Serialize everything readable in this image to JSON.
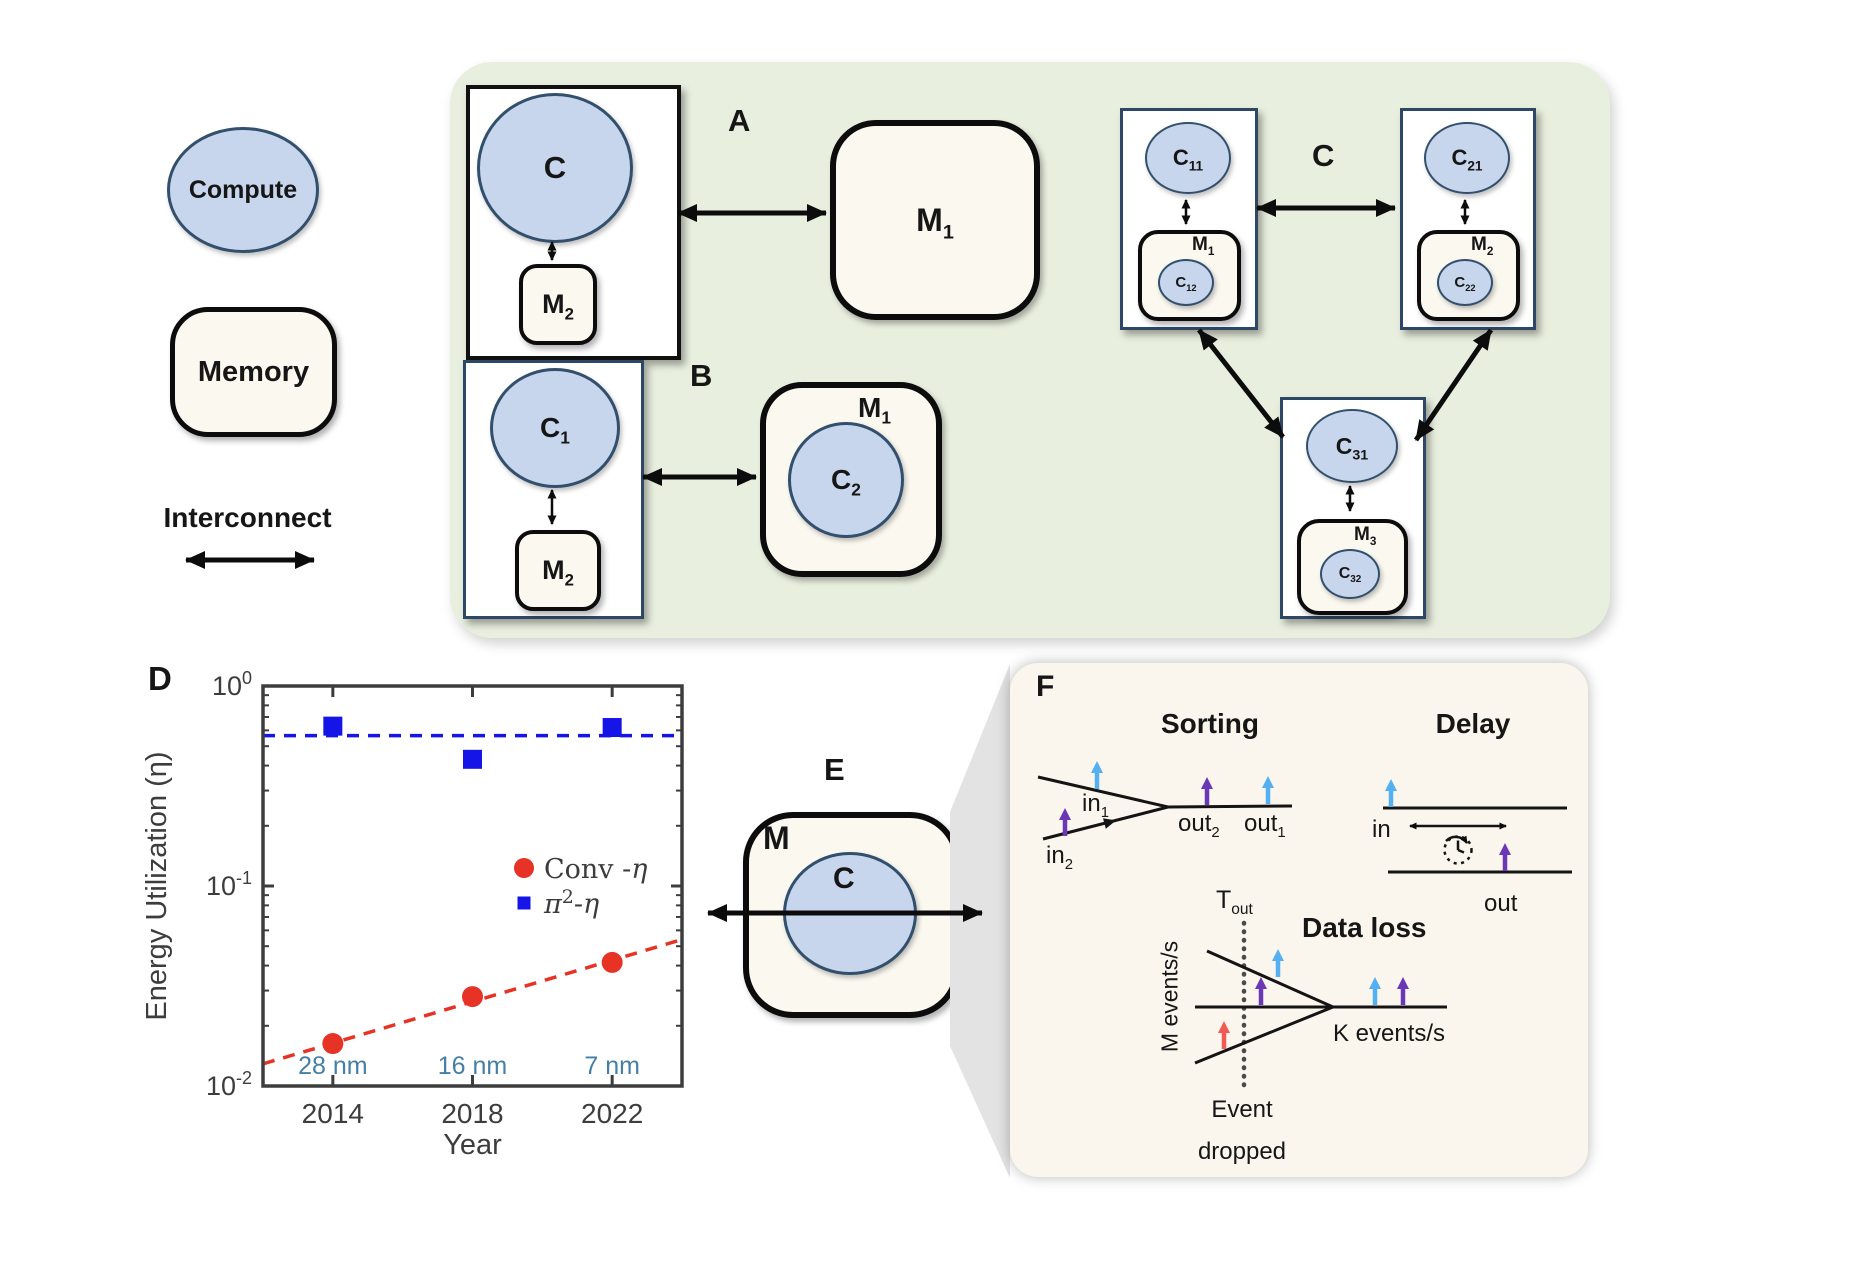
{
  "colors": {
    "panel_bg": "#e9efdf",
    "f_bg": "#faf6ed",
    "memory_fill": "#fbf8f0",
    "compute_fill": "#c7d6ec",
    "compute_border": "#32506d",
    "navy": "#2d4866",
    "cyan": "#54b0f0",
    "purple": "#6a38b6",
    "redarr": "#f15b55",
    "series_red": "#e63326",
    "series_blue": "#1515e8",
    "node_label": "#447fa5"
  },
  "legend": {
    "compute_label": "Compute",
    "memory_label": "Memory",
    "interconnect_label": "Interconnect"
  },
  "panel_a": {
    "label": "A",
    "c": "C",
    "m2": {
      "base": "M",
      "sub": "2"
    },
    "m1": {
      "base": "M",
      "sub": "1"
    }
  },
  "panel_b": {
    "label": "B",
    "c1": {
      "base": "C",
      "sub": "1"
    },
    "m2": {
      "base": "M",
      "sub": "2"
    },
    "m1": {
      "base": "M",
      "sub": "1"
    },
    "c2": {
      "base": "C",
      "sub": "2"
    }
  },
  "panel_c": {
    "label": "C",
    "node1": {
      "c": {
        "base": "C",
        "sub": "11"
      },
      "m": {
        "base": "M",
        "sub": "1"
      },
      "cm": {
        "base": "C",
        "sub": "12"
      }
    },
    "node2": {
      "c": {
        "base": "C",
        "sub": "21"
      },
      "m": {
        "base": "M",
        "sub": "2"
      },
      "cm": {
        "base": "C",
        "sub": "22"
      }
    },
    "node3": {
      "c": {
        "base": "C",
        "sub": "31"
      },
      "m": {
        "base": "M",
        "sub": "3"
      },
      "cm": {
        "base": "C",
        "sub": "32"
      }
    }
  },
  "panel_d": {
    "label": "D"
  },
  "chart_data": {
    "type": "scatter",
    "x": [
      2014,
      2018,
      2022
    ],
    "series": [
      {
        "name": "Conv -η",
        "key": "conv",
        "color": "#e63326",
        "marker": "circle",
        "values": [
          0.0163,
          0.028,
          0.0415
        ],
        "trend": {
          "style": "dashed",
          "from": [
            2012,
            0.0129
          ],
          "to": [
            2024,
            0.054
          ]
        },
        "name_parts": [
          {
            "t": "Conv -"
          },
          {
            "t": "η",
            "i": true
          }
        ]
      },
      {
        "name": "π²-η",
        "key": "pi2",
        "color": "#1515e8",
        "marker": "square",
        "values": [
          0.63,
          0.43,
          0.62
        ],
        "trend": {
          "style": "dashed",
          "from": [
            2012,
            0.565
          ],
          "to": [
            2024,
            0.565
          ]
        },
        "name_parts": [
          {
            "t": "π",
            "i": true
          },
          {
            "t": "2",
            "sup": true
          },
          {
            "t": "-"
          },
          {
            "t": "η",
            "i": true
          }
        ]
      }
    ],
    "xlabel": "Year",
    "ylabel": "Energy Utilization (η)",
    "xlim": [
      2012,
      2024
    ],
    "ylim": [
      0.01,
      1
    ],
    "yscale": "log",
    "xticks": [
      2014,
      2018,
      2022
    ],
    "yticks": [
      {
        "base": "10",
        "exp": "0",
        "value": 1
      },
      {
        "base": "10",
        "exp": "-1",
        "value": 0.1
      },
      {
        "base": "10",
        "exp": "-2",
        "value": 0.01
      }
    ],
    "node_labels": [
      {
        "text": "28 nm",
        "x": 2014
      },
      {
        "text": "16 nm",
        "x": 2018
      },
      {
        "text": "7 nm",
        "x": 2022
      }
    ],
    "legend_position": "middle-right",
    "grid": false
  },
  "panel_e": {
    "label": "E",
    "m": "M",
    "c": "C"
  },
  "panel_f": {
    "label": "F",
    "sorting": {
      "title": "Sorting",
      "in1": {
        "base": "in",
        "sub": "1"
      },
      "in2": {
        "base": "in",
        "sub": "2"
      },
      "out2": {
        "base": "out",
        "sub": "2"
      },
      "out1": {
        "base": "out",
        "sub": "1"
      }
    },
    "delay": {
      "title": "Delay",
      "in_label": "in",
      "out_label": "out"
    },
    "data_loss": {
      "title": "Data loss",
      "tout": {
        "base": "T",
        "sub": "out"
      },
      "y_label": "M events/s",
      "rate_label": "K events/s",
      "dropped_line1": "Event",
      "dropped_line2": "dropped"
    }
  }
}
